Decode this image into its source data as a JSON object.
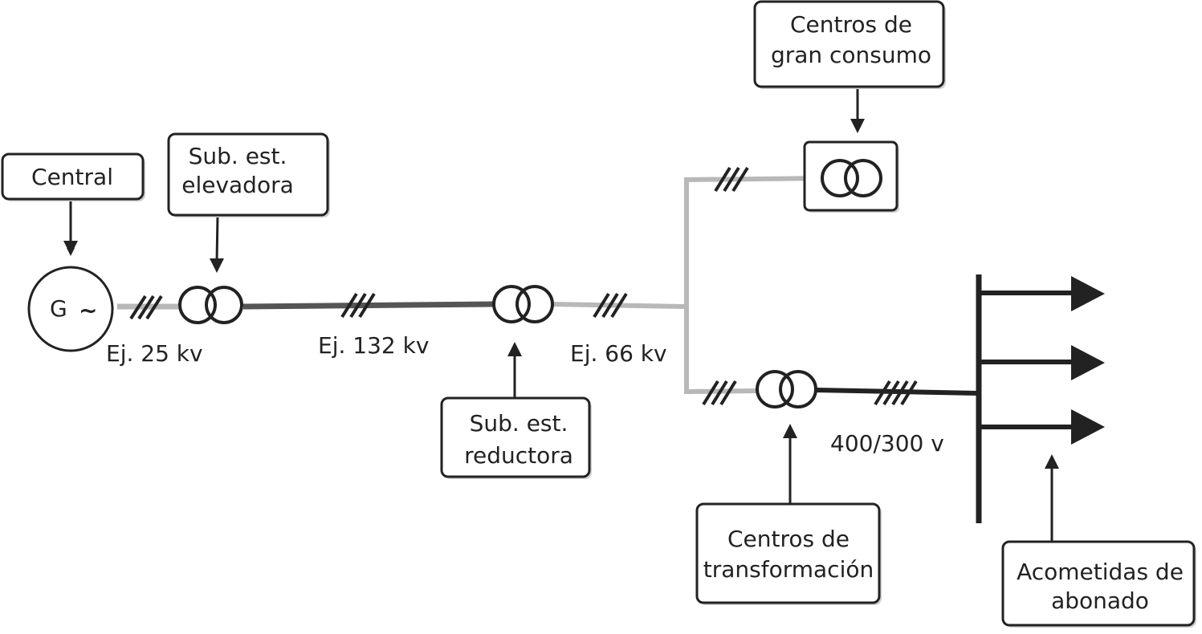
{
  "boxes": {
    "central": "Central",
    "sub_elevadora": [
      "Sub. est.",
      "elevadora"
    ],
    "sub_reductora": [
      "Sub. est.",
      "reductora"
    ],
    "gran_consumo": [
      "Centros de",
      "gran consumo"
    ],
    "transformacion": [
      "Centros de",
      "transformación"
    ],
    "acometidas": [
      "Acometidas de",
      "abonado"
    ]
  },
  "generator": {
    "letter": "G",
    "symbol": "~"
  },
  "voltages": {
    "v25": "Ej. 25 kv",
    "v132": "Ej. 132 kv",
    "v66": "Ej. 66 kv",
    "v400": "400/300 v"
  },
  "colors": {
    "line_light": "#b8b8b8",
    "line_mid": "#555555",
    "line_dark": "#222222",
    "stroke": "#222222",
    "shadow": "#d0d0d0"
  }
}
